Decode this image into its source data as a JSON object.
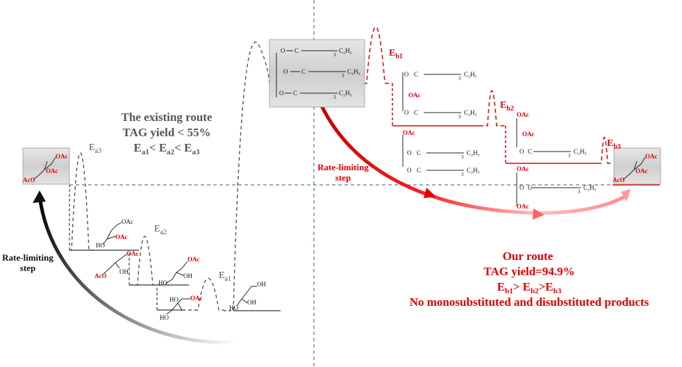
{
  "existing_route": {
    "title": "The existing route",
    "yield": "TAG yield < 55%",
    "order": {
      "e": "E",
      "s1": "a1",
      "lt1": "< E",
      "s2": "a2",
      "lt2": "< E",
      "s3": "a3"
    },
    "rate_limiting_step": {
      "line1": "Rate-limiting",
      "line2": "step"
    }
  },
  "our_route": {
    "title": "Our route",
    "yield": "TAG yield=94.9%",
    "order": {
      "e": "E",
      "s1": "b1",
      "gt1": "> E",
      "s2": "b2",
      "gt2": ">E",
      "s3": "b3"
    },
    "note": "No monosubstituted and disubstituted products",
    "rate_limiting_step": {
      "line1": "Rate-limiting",
      "line2": "step"
    }
  },
  "barrier_labels": {
    "e": "E",
    "a1": "a1",
    "a2": "a2",
    "a3": "a3",
    "b1": "b1",
    "b2": "b2",
    "b3": "b3"
  },
  "molecule_text": {
    "ho": "HO",
    "oh": "OH",
    "oac": "OAc",
    "aco": "AcO",
    "o": "O",
    "c": "C",
    "c2h5": "C₂H₅",
    "sub3": "3"
  },
  "colors": {
    "gray": "#555555",
    "dark": "#111111",
    "red": "#e00000",
    "dash_gray": "#666666",
    "centre_line": "#2d5b7c",
    "box_fill": "#d9d9d9"
  }
}
